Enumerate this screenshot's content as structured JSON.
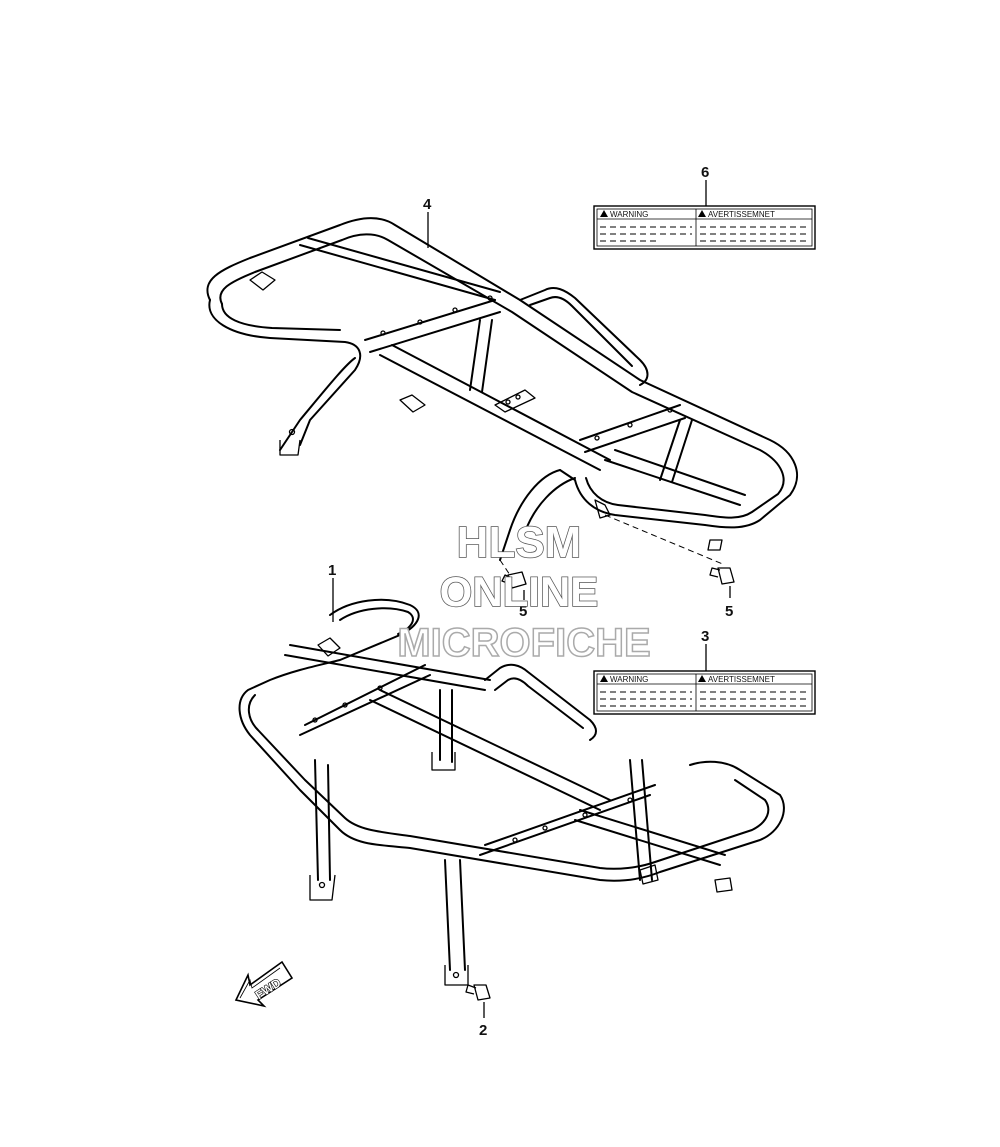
{
  "callouts": {
    "c1": "1",
    "c2": "2",
    "c3": "3",
    "c4": "4",
    "c5a": "5",
    "c5b": "5",
    "c6": "6"
  },
  "labels": {
    "upper": {
      "left_header": "WARNING",
      "right_header": "AVERTISSEMNET"
    },
    "lower": {
      "left_header": "WARNING",
      "right_header": "AVERTISSEMNET"
    }
  },
  "fwd_arrow": {
    "text": "FWD"
  },
  "watermark": {
    "line1": "HLSM",
    "line2": "ONLINE",
    "line3": "MICROFICHE"
  },
  "icons": [
    "warning-triangle-icon",
    "fwd-arrow-icon",
    "bolt-icon"
  ]
}
